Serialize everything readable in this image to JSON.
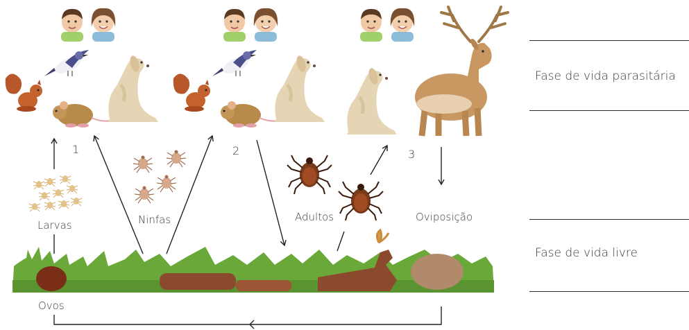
{
  "labels": {
    "larvas": "Larvas",
    "ninfas": "Ninfas",
    "adultos": "Adultos",
    "oviposicao": "Oviposição",
    "ovos": "Ovos"
  },
  "stages": [
    "1",
    "2",
    "3"
  ],
  "phases": {
    "parasitaria": "Fase de vida parasitária",
    "livre": "Fase de vida livre"
  },
  "colors": {
    "grass": "#6aa83a",
    "log": "#8b4a2e",
    "tick": "#7a3b1c",
    "squirrel": "#b8582a",
    "mouse": "#b88a4a",
    "dog": "#e6d5b4",
    "deer": "#c99862",
    "bird": "#4a4e8a",
    "eggs": "#7a2e18",
    "eggs_pile": "#b08a6a"
  }
}
